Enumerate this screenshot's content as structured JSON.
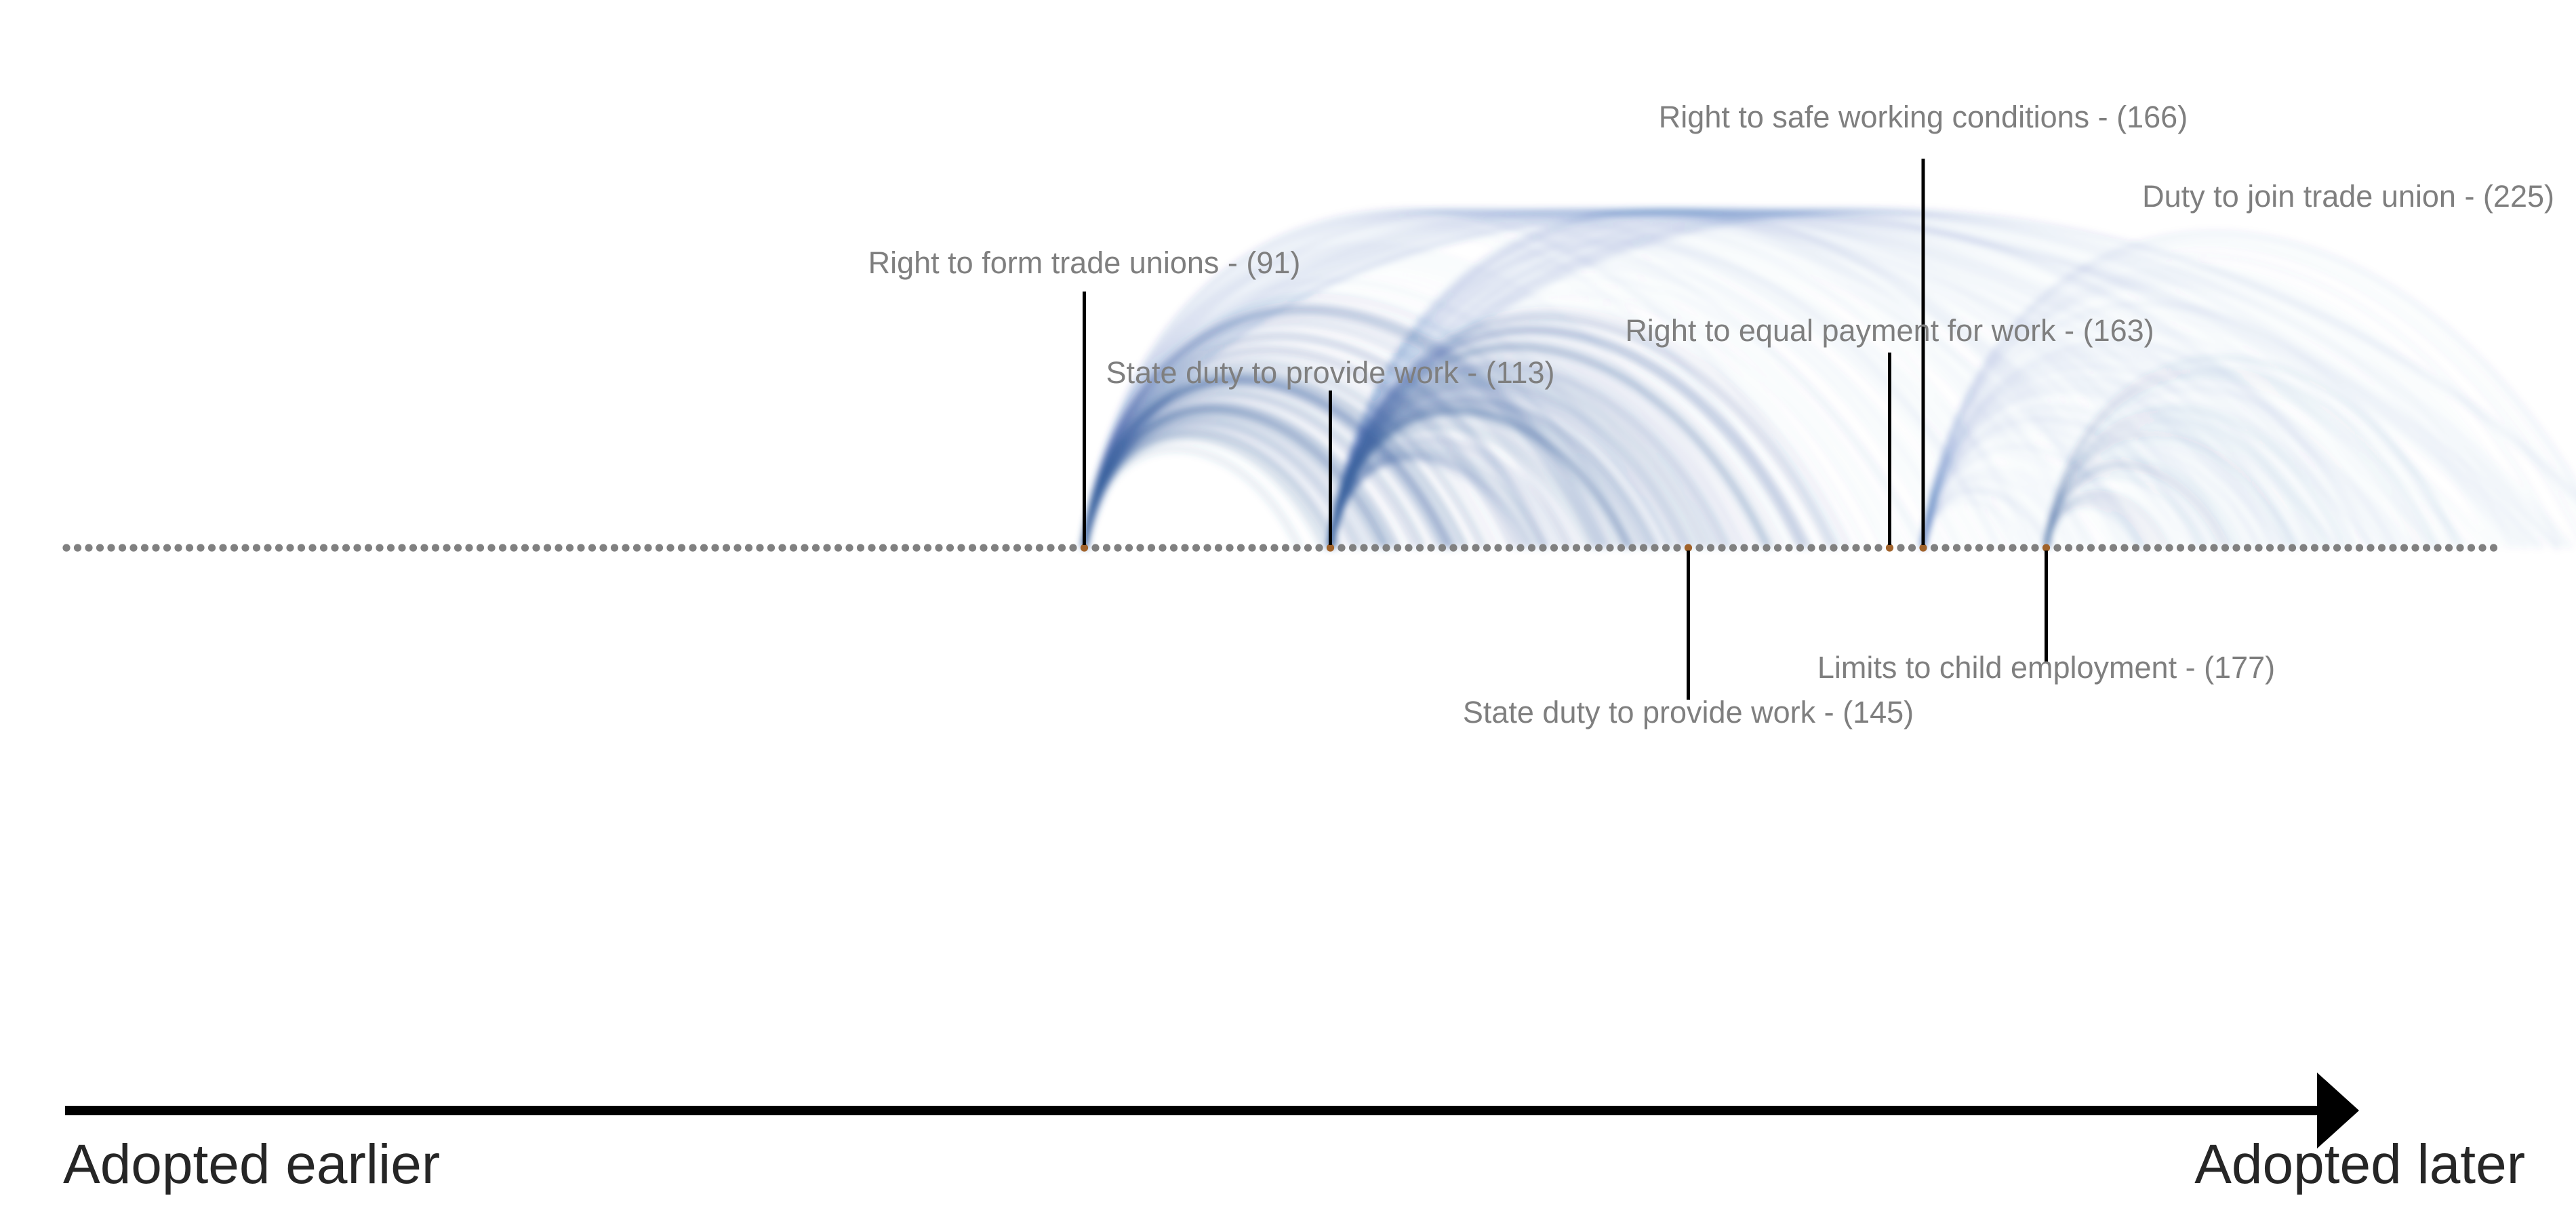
{
  "diagram": {
    "dots_count": 218,
    "highlighted_positions": [
      91,
      113,
      145,
      163,
      166,
      177,
      225
    ],
    "annotations": [
      {
        "position": 91,
        "text": "Right to form trade unions - (91)",
        "side": "above"
      },
      {
        "position": 113,
        "text": "State duty to provide work - (113)",
        "side": "above"
      },
      {
        "position": 145,
        "text": "State duty to provide work - (145)",
        "side": "below"
      },
      {
        "position": 163,
        "text": "Right to equal payment for work - (163)",
        "side": "above"
      },
      {
        "position": 166,
        "text": "Right to safe working conditions - (166)",
        "side": "above"
      },
      {
        "position": 177,
        "text": "Limits to child employment - (177)",
        "side": "below"
      },
      {
        "position": 225,
        "text": "Duty to join trade union - (225)",
        "side": "above"
      }
    ],
    "arc_clusters": [
      {
        "from": 91,
        "to_range": [
          113,
          140
        ],
        "strength": "strong"
      },
      {
        "from": 91,
        "to_range": [
          140,
          225
        ],
        "strength": "faint"
      },
      {
        "from": 113,
        "to_range": [
          130,
          160
        ],
        "strength": "strong"
      },
      {
        "from": 113,
        "to_range": [
          160,
          230
        ],
        "strength": "faint"
      },
      {
        "from": 166,
        "to_range": [
          175,
          230
        ],
        "strength": "faint"
      },
      {
        "from": 177,
        "to_range": [
          185,
          215
        ],
        "strength": "medium"
      }
    ],
    "colors": {
      "arc": "#3a5fa0",
      "dot": "#808080",
      "highlight_dot": "#a0622a",
      "stem": "#000000",
      "label": "#7f7f7f",
      "axis": "#000000",
      "axis_label": "#262626"
    }
  },
  "time_axis": {
    "start_label": "Adopted earlier",
    "end_label": "Adopted later"
  }
}
